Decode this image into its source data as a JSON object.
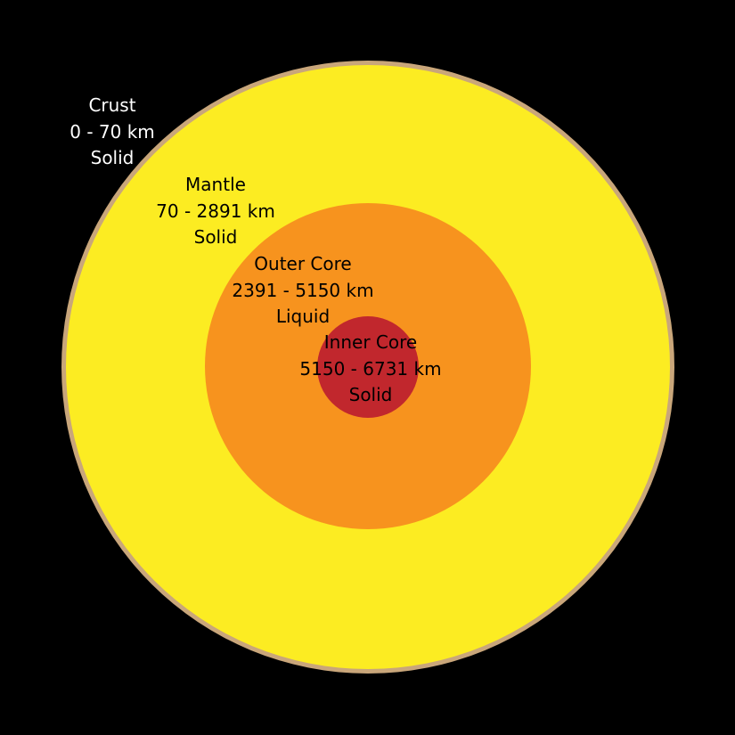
{
  "colors": {
    "background": "#000000",
    "crust_rim": "#c9a67a",
    "mantle": "#fcec22",
    "outer_core": "#f7931e",
    "inner_core": "#c1272d",
    "crust_text": "#ffffff",
    "layer_text": "#000000"
  },
  "layers": {
    "crust": {
      "name": "Crust",
      "depth": "0 - 70 km",
      "state": "Solid"
    },
    "mantle": {
      "name": "Mantle",
      "depth": "70 - 2891 km",
      "state": "Solid"
    },
    "outer_core": {
      "name": "Outer Core",
      "depth": "2391 - 5150 km",
      "state": "Liquid"
    },
    "inner_core": {
      "name": "Inner Core",
      "depth": "5150 - 6731 km",
      "state": "Solid"
    }
  }
}
